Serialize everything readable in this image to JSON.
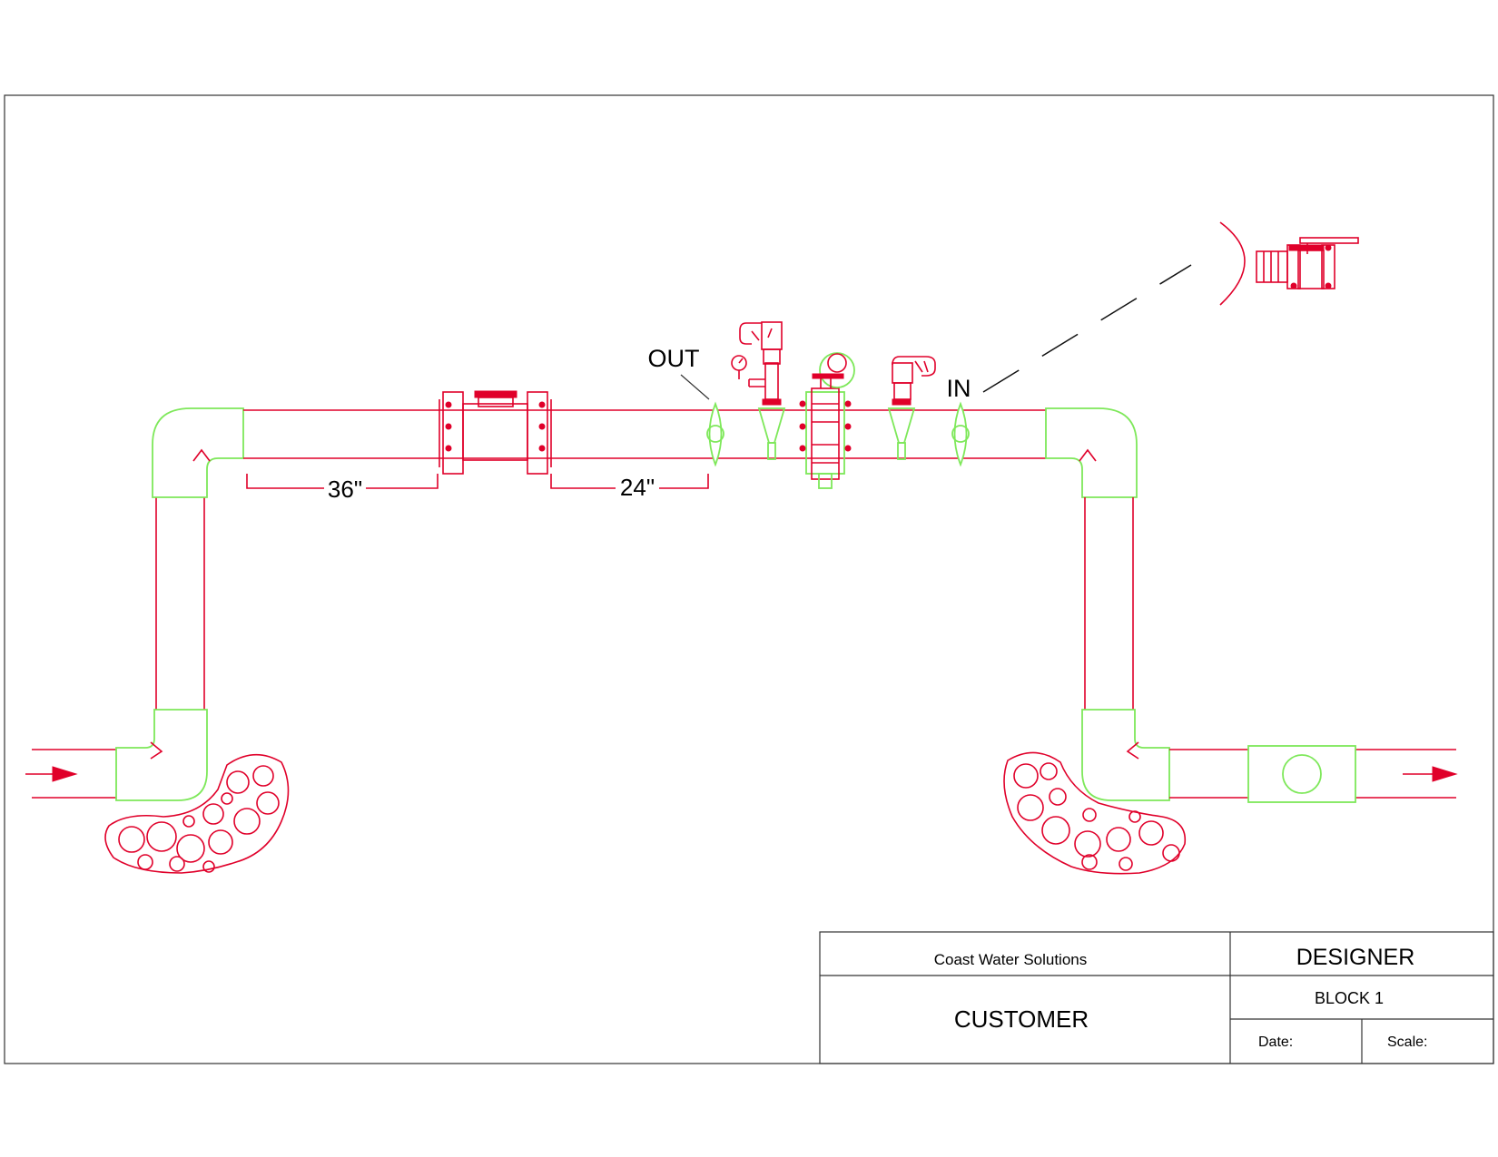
{
  "labels": {
    "out": "OUT",
    "in": "IN",
    "dim_36": "36\"",
    "dim_24": "24\""
  },
  "title_block": {
    "company": "Coast Water Solutions",
    "customer": "CUSTOMER",
    "designer": "DESIGNER",
    "block": "BLOCK 1",
    "date_label": "Date:",
    "scale_label": "Scale:"
  },
  "colors": {
    "pipe": "#e0002a",
    "fitting": "#7ee85a",
    "border": "#333333"
  },
  "icons": [
    "flow-arrow-icon",
    "rock-bed-icon",
    "ball-valve-icon",
    "gate-valve-icon",
    "pressure-gauge-icon",
    "backflow-preventer-icon"
  ]
}
